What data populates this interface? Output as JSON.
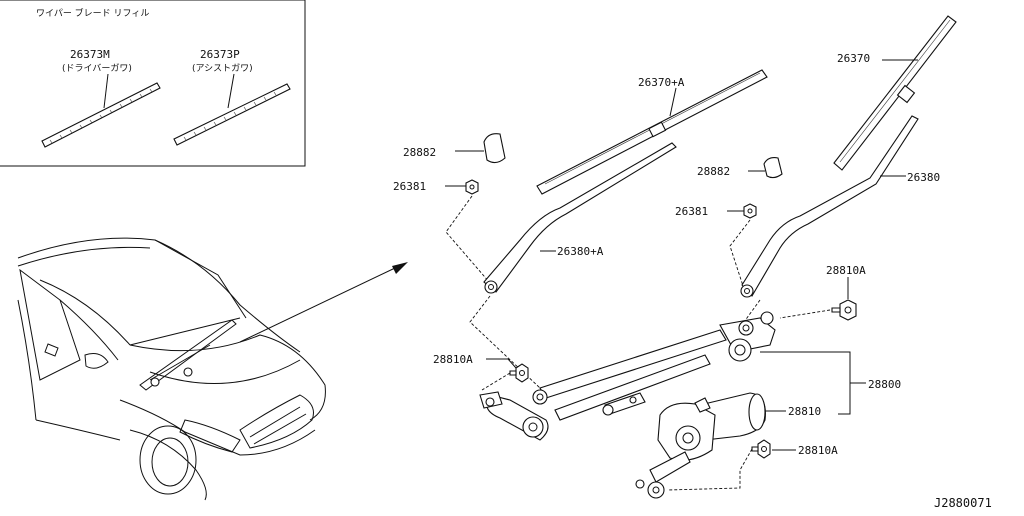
{
  "inset": {
    "title": "ワイパー ブレード リフィル",
    "refill_driver_part": "26373M",
    "refill_driver_note": "(ドライバーガワ)",
    "refill_assist_part": "26373P",
    "refill_assist_note": "(アシストガワ)"
  },
  "callouts": {
    "blade_right": "26370",
    "blade_left": "26370+A",
    "cap_left": "28882",
    "cap_right": "28882",
    "nut_left": "26381",
    "nut_right": "26381",
    "arm_left": "26380+A",
    "arm_right": "26380",
    "bolt_top_right": "28810A",
    "bolt_left": "28810A",
    "bolt_bottom_right": "28810A",
    "assembly": "28800",
    "motor": "28810"
  },
  "diagram_id": "J2880071"
}
